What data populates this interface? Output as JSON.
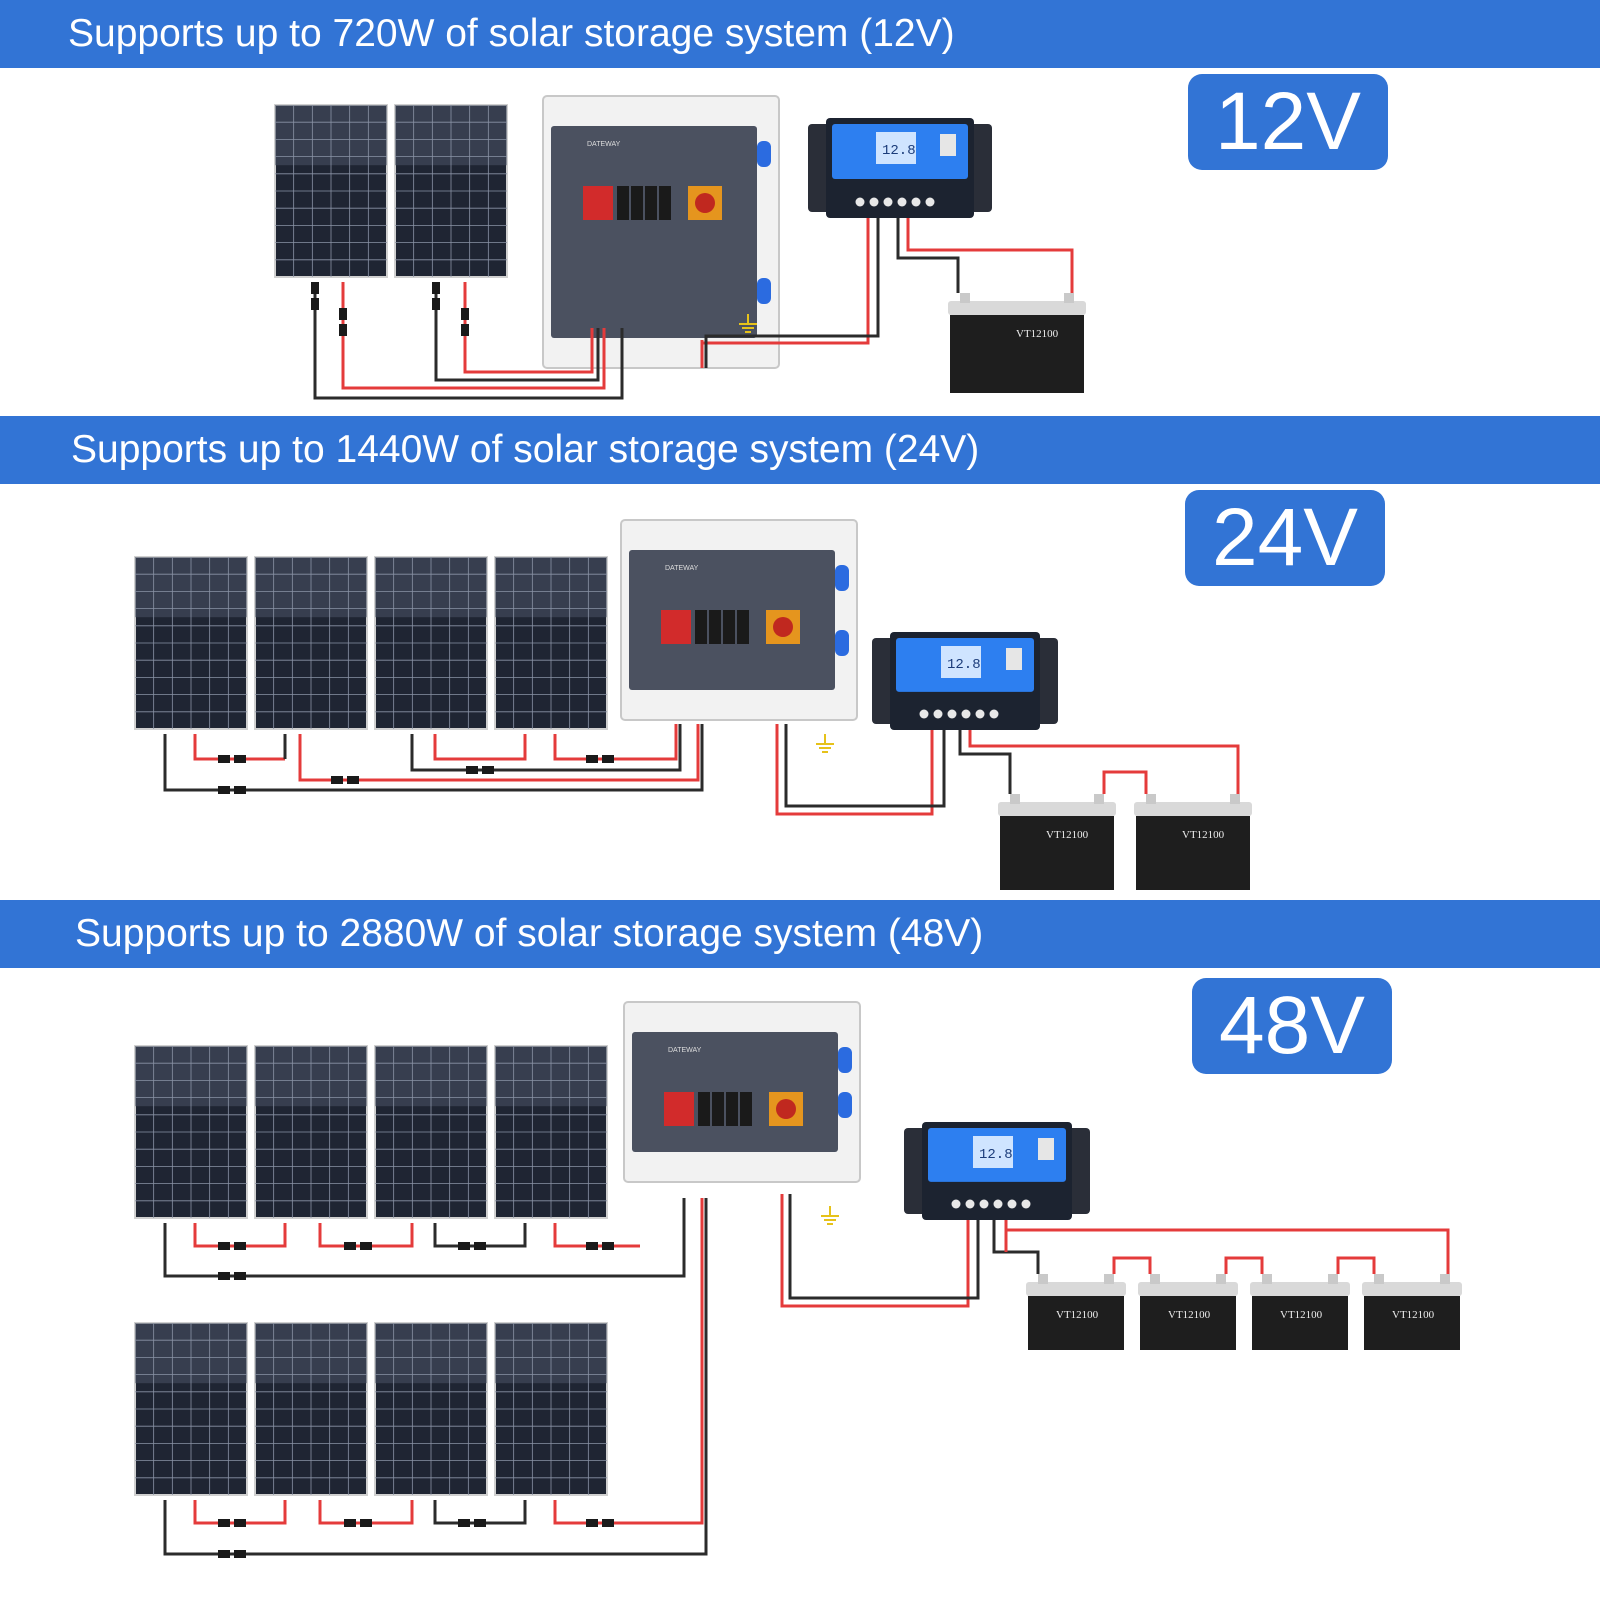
{
  "colors": {
    "brand_blue": "#3274d5",
    "panel_dark": "#1f2533",
    "wire_red": "#e43b3b",
    "wire_black": "#2b2b2b",
    "lcd_blue": "#2d7ff0",
    "battery_dark": "#1e1e1e"
  },
  "sections": [
    {
      "banner": "Supports up to 720W of solar storage system (12V)",
      "badge": "12V",
      "panel_count": 2,
      "battery_count": 1,
      "battery_model": "VT12100"
    },
    {
      "banner": "Supports up to 1440W of solar storage system (24V)",
      "badge": "24V",
      "panel_count": 4,
      "battery_count": 2,
      "battery_model": "VT12100"
    },
    {
      "banner": "Supports up to 2880W of solar storage system (48V)",
      "badge": "48V",
      "panel_count": 8,
      "battery_count": 4,
      "battery_model": "VT12100"
    }
  ],
  "icons": {
    "solar_panel": "solar-panel-icon",
    "combiner_box": "combiner-box-icon",
    "charge_controller": "charge-controller-icon",
    "battery": "battery-icon",
    "ground": "ground-symbol-icon",
    "connector": "mc4-connector-icon"
  },
  "combiner_label": "DATEWAY",
  "controller_display": "12.8"
}
